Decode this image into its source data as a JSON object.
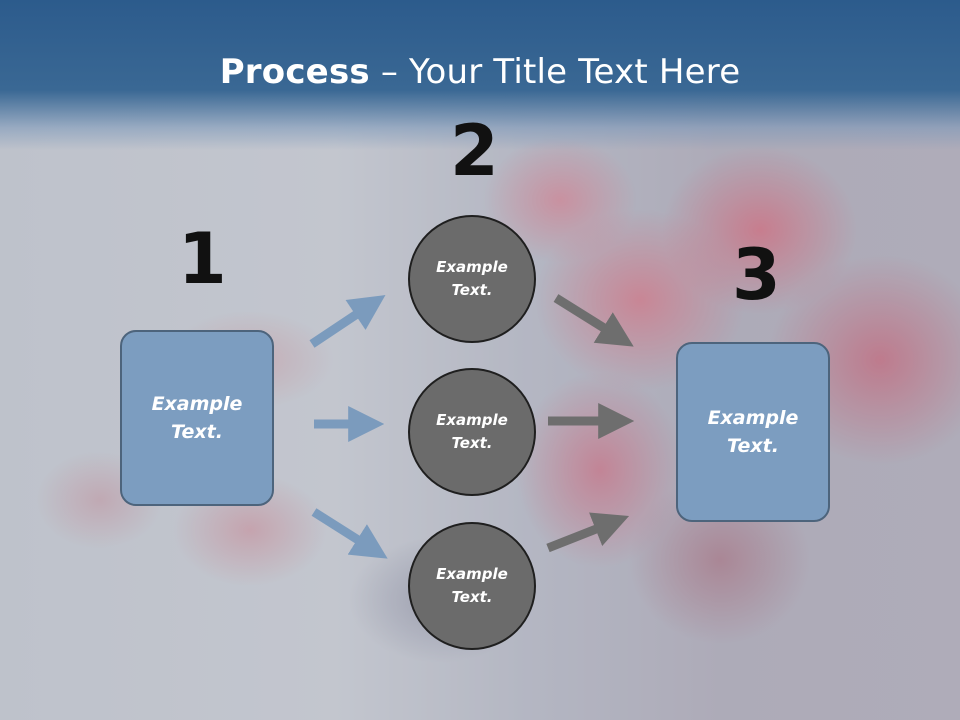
{
  "title": {
    "bold": "Process",
    "rest": " – Your Title Text Here"
  },
  "steps": {
    "one": "1",
    "two": "2",
    "three": "3"
  },
  "left_box": {
    "text": "Example\nText."
  },
  "right_box": {
    "text": "Example\nText."
  },
  "circles": [
    {
      "text": "Example\nText."
    },
    {
      "text": "Example\nText."
    },
    {
      "text": "Example\nText."
    }
  ],
  "colors": {
    "banner": "#2c5b8c",
    "box_fill": "#7c9dc0",
    "box_border": "#4d647c",
    "circle_fill": "#6b6b6b",
    "blue_arrow": "#7b9bbd",
    "gray_arrow": "#6e6e6e"
  }
}
